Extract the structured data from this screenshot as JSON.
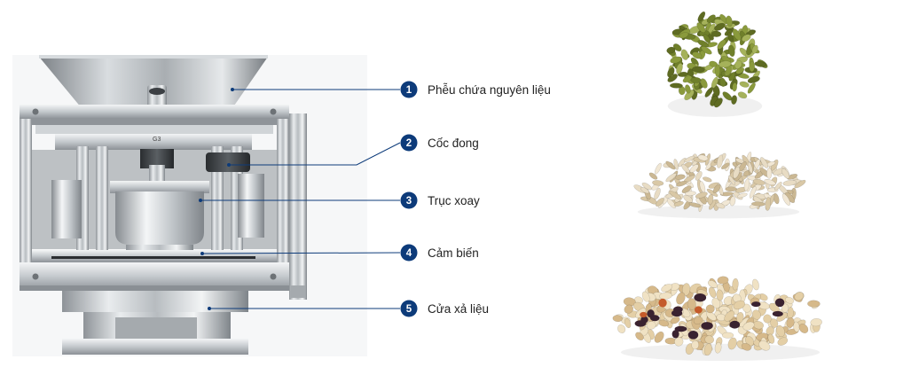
{
  "diagram": {
    "accent_color": "#0d3b7a",
    "parts": [
      {
        "number": "1",
        "label": "Phễu chứa nguyên liệu"
      },
      {
        "number": "2",
        "label": "Cốc đong"
      },
      {
        "number": "3",
        "label": "Trục xoay"
      },
      {
        "number": "4",
        "label": "Cảm biến"
      },
      {
        "number": "5",
        "label": "Cửa xả liệu"
      }
    ],
    "machine_marking": "G3"
  },
  "products": [
    {
      "name": "pumpkin-seeds",
      "colors": [
        "#8a9a3c",
        "#6f7f2a",
        "#a5b25a",
        "#5e6b22"
      ]
    },
    {
      "name": "sunflower-seeds",
      "colors": [
        "#e8dcc4",
        "#d9c8a6",
        "#f1e7d4",
        "#cbb893"
      ]
    },
    {
      "name": "muesli-mix",
      "colors": [
        "#e4cfa6",
        "#d6b98a",
        "#f0e2c4",
        "#3a2230",
        "#c45a2a"
      ]
    }
  ]
}
